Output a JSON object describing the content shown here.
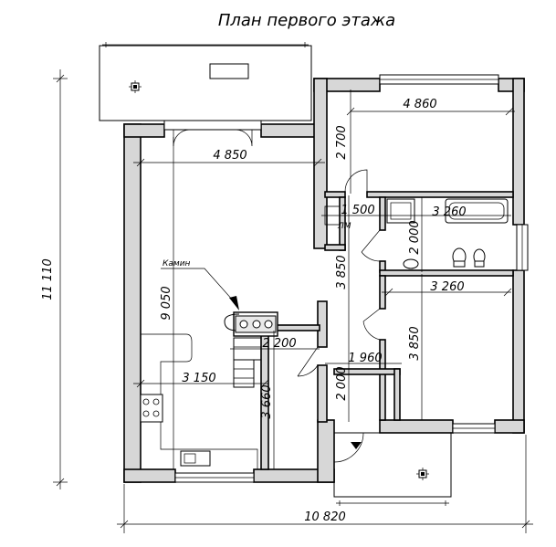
{
  "title": "План первого этажа",
  "labels": {
    "fireplace": "Камин",
    "hatch": "ЛМ"
  },
  "dimensions": {
    "room1_width": "4 860",
    "room1_depth": "2 700",
    "living_width": "4 850",
    "living_depth": "9 050",
    "corridor_width": "1 500",
    "bath_width": "3 260",
    "bath_depth": "2 000",
    "hall_depth": "3 850",
    "room2_width": "3 260",
    "room2_depth": "3 850",
    "stair_width": "2 200",
    "kitchen_width": "3 150",
    "kitchen_depth": "3 660",
    "vestibule_width": "1 960",
    "vestibule_depth": "2 000",
    "total_width": "10 820",
    "total_depth": "11 110"
  },
  "colors": {
    "wall_fill": "#d7d7d7",
    "line": "#000000"
  }
}
